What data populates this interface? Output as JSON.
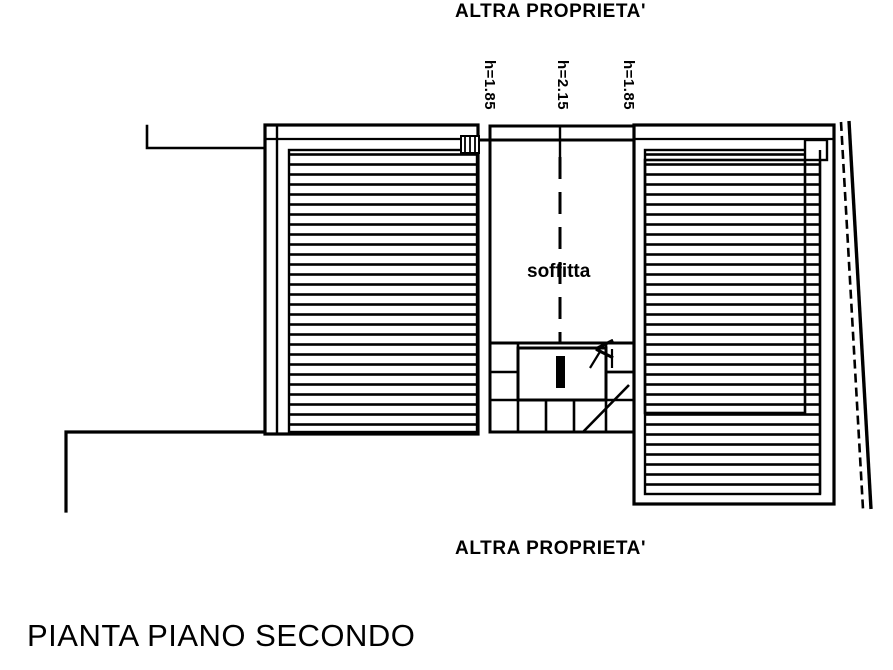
{
  "drawing": {
    "title": "PIANTA PIANO SECONDO",
    "room_label": "soffitta",
    "top_boundary_label": "ALTRA PROPRIETA'",
    "bottom_boundary_label": "ALTRA PROPRIETA'",
    "height_labels": [
      {
        "id": "h-left",
        "text": "h=1.85"
      },
      {
        "id": "h-center",
        "text": "h=2.15"
      },
      {
        "id": "h-right",
        "text": "h=1.85"
      }
    ],
    "colors": {
      "ink": "#000000",
      "paper": "#ffffff"
    }
  }
}
